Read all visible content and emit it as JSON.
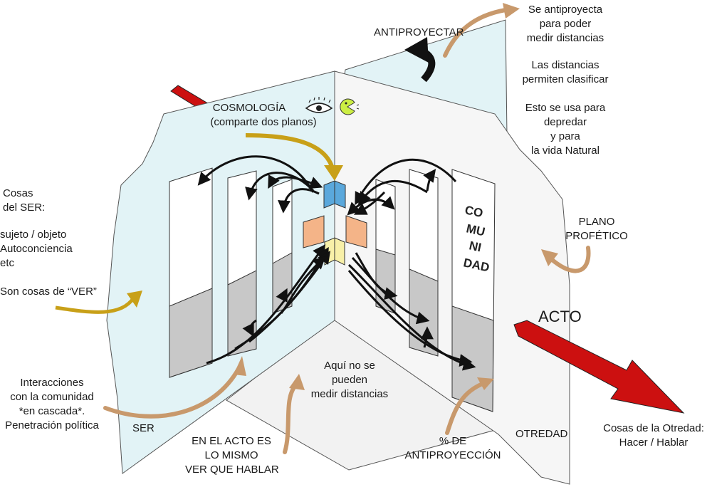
{
  "labels": {
    "antiproyectar": "ANTIPROYECTAR",
    "se_antiproyecta": [
      "Se antiproyecta",
      "para poder",
      "medir distancias"
    ],
    "distancias": [
      "Las distancias",
      "permiten clasificar"
    ],
    "esto_se_usa": [
      "Esto se usa para",
      "depredar",
      "y para",
      "la vida Natural"
    ],
    "cosmologia": [
      "COSMOLOGÍA",
      "(comparte dos planos)"
    ],
    "cosas_ser": [
      "Cosas",
      "del SER:"
    ],
    "sujeto": [
      "sujeto / objeto",
      "Autoconciencia",
      "etc"
    ],
    "son_cosas": "Son cosas de “VER”",
    "plano_profetico": [
      "PLANO",
      "PROFÉTICO"
    ],
    "acto": "ACTO",
    "interacciones": [
      "Interacciones",
      "con la comunidad",
      "*en cascada*.",
      "Penetración política"
    ],
    "ser": "SER",
    "aqui_no": [
      "Aquí no se",
      "pueden",
      "medir distancias"
    ],
    "en_el_acto": [
      "EN EL ACTO ES",
      "LO MISMO",
      "VER QUE HABLAR"
    ],
    "antiproyeccion": [
      "% DE",
      "ANTIPROYECCIÓN"
    ],
    "otredad": "OTREDAD",
    "cosas_otredad": [
      "Cosas de la Otredad:",
      "Hacer / Hablar"
    ],
    "comunidad": [
      "CO",
      "MU",
      "NI",
      "DAD"
    ]
  },
  "colors": {
    "left_plane": "#e2f3f6",
    "right_plane": "#f6f6f6",
    "tan_arrow": "#c8996c",
    "gold_arrow": "#c8a018",
    "red_arrow": "#cc1010",
    "pacman": "#ccee44",
    "blue_square": "#5aa8dc",
    "orange_square": "#f4b488",
    "yellow_square": "#f8f0a8",
    "panel_gray": "#c8c8c8"
  },
  "icons": [
    "eye-icon",
    "pacman-icon"
  ]
}
